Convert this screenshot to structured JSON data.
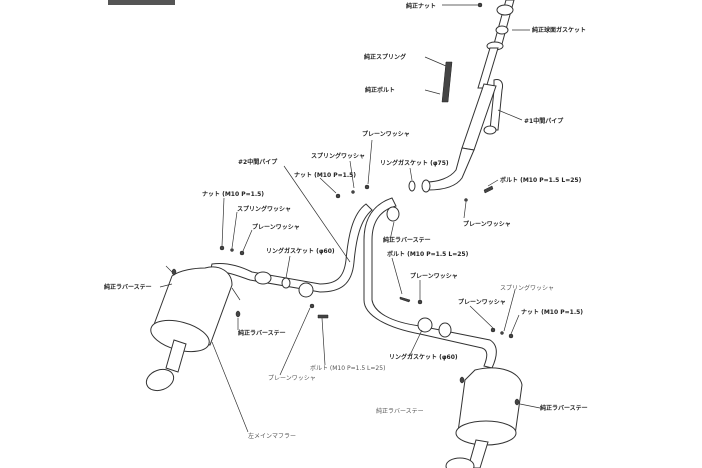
{
  "header_tab": {
    "color": "#555555"
  },
  "labels": {
    "oem_nut": "純正ナット",
    "oem_spherical_gasket": "純正球面ガスケット",
    "oem_spring": "純正スプリング",
    "oem_bolt": "純正ボルト",
    "mid_pipe_1": "#1中間パイプ",
    "plain_washer_a": "プレーンワッシャ",
    "spring_washer_a": "スプリングワッシャ",
    "mid_pipe_2": "#2中間パイプ",
    "nut_a": "ナット (M10 P=1.5)",
    "ring_gasket_75": "リングガスケット (φ75)",
    "bolt_a": "ボルト (M10 P=1.5 L=25)",
    "nut_b": "ナット (M10 P=1.5)",
    "spring_washer_b": "スプリングワッシャ",
    "plain_washer_b": "プレーンワッシャ",
    "plain_washer_c": "プレーンワッシャ",
    "oem_rubber_stay_a": "純正ラバーステー",
    "ring_gasket_60_a": "リングガスケット (φ60)",
    "bolt_b": "ボルト (M10 P=1.5 L=25)",
    "plain_washer_d": "プレーンワッシャ",
    "oem_rubber_stay_b": "純正ラバーステー",
    "spring_washer_c": "スプリングワッシャ",
    "plain_washer_e": "プレーンワッシャ",
    "nut_c": "ナット (M10 P=1.5)",
    "oem_rubber_stay_c": "純正ラバーステー",
    "ring_gasket_60_b": "リングガスケット (φ60)",
    "bolt_c": "ボルト (M10 P=1.5 L=25)",
    "plain_washer_f": "プレーンワッシャ",
    "oem_rubber_stay_d": "純正ラバーステー",
    "oem_rubber_stay_e": "純正ラバーステー",
    "left_main_muffler": "左メインマフラー"
  }
}
